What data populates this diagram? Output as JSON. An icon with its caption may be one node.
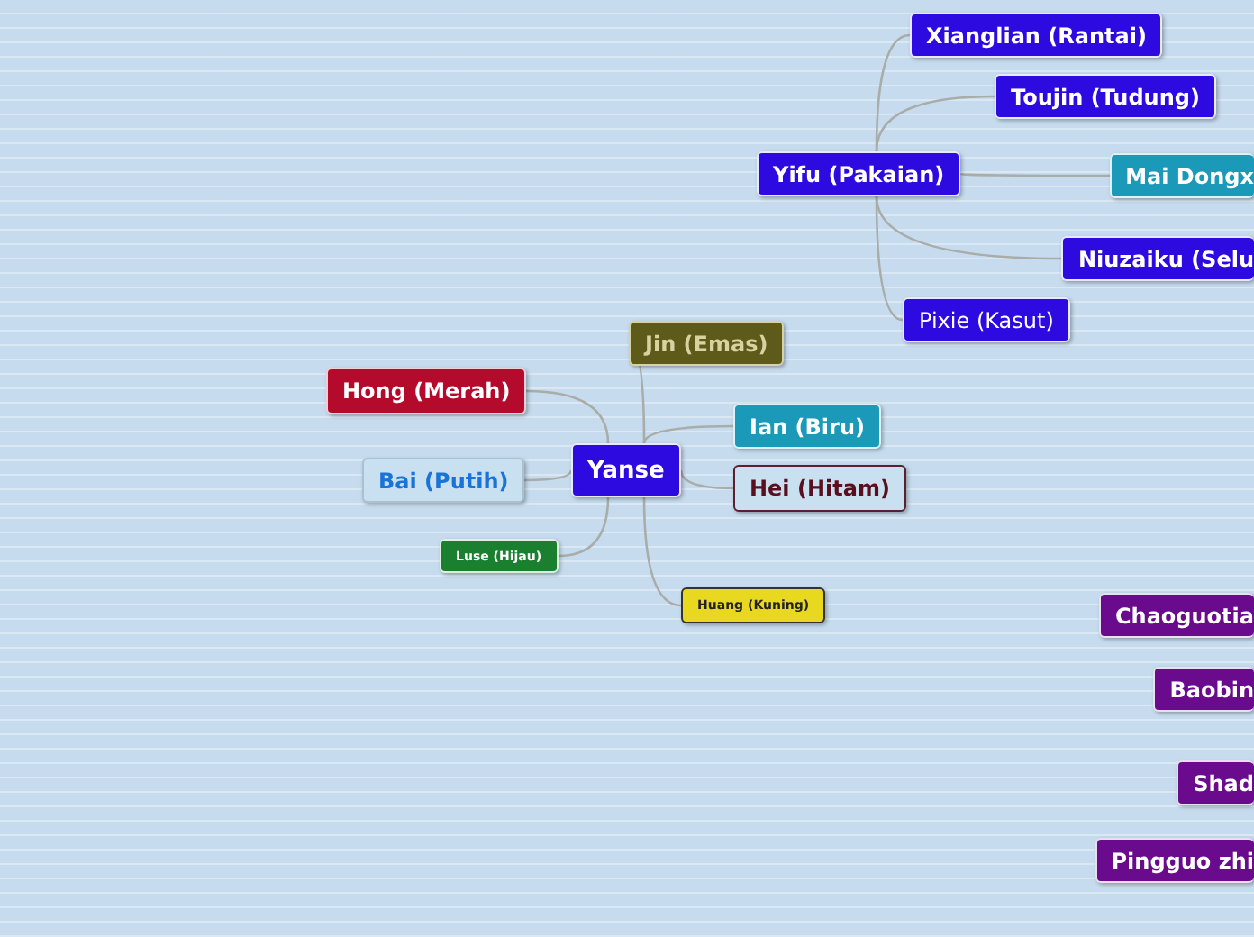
{
  "diagram": {
    "nodes": [
      {
        "text": [
          "Yifu (Pakaian)"
        ]
      },
      {
        "text": [
          "Xianglian (Rantai)"
        ]
      },
      {
        "text": [
          "Toujin (Tudung)"
        ]
      },
      {
        "text": [
          "Mai Dongx"
        ]
      },
      {
        "text": [
          "Niuzaiku (Selu"
        ]
      },
      {
        "text": [
          "Pixie (Kasut)"
        ]
      },
      {
        "text": [
          "Yanse"
        ]
      },
      {
        "text": [
          "Jin (Emas)"
        ]
      },
      {
        "text": [
          "Hong (Merah)"
        ]
      },
      {
        "text": [
          "Ian (Biru)"
        ]
      },
      {
        "text": [
          "Bai (Putih)"
        ]
      },
      {
        "text": [
          "Hei (Hitam)"
        ]
      },
      {
        "text": [
          "Luse (Hijau)"
        ]
      },
      {
        "text": [
          "Huang (Kuning)"
        ]
      },
      {
        "text": [
          "Chaoguotia"
        ]
      },
      {
        "text": [
          "Baobin"
        ]
      },
      {
        "text": [
          "Shad"
        ]
      },
      {
        "text": [
          "Pingguo zhi"
        ]
      }
    ],
    "edges": [
      {
        "from": 0,
        "to": 1,
        "arrow": "none"
      },
      {
        "from": 0,
        "to": 2,
        "arrow": "none"
      },
      {
        "from": 0,
        "to": 3,
        "arrow": "none"
      },
      {
        "from": 0,
        "to": 4,
        "arrow": "none"
      },
      {
        "from": 0,
        "to": 5,
        "arrow": "none"
      },
      {
        "from": 6,
        "to": 7,
        "arrow": "none"
      },
      {
        "from": 6,
        "to": 8,
        "arrow": "none"
      },
      {
        "from": 6,
        "to": 9,
        "arrow": "none"
      },
      {
        "from": 6,
        "to": 10,
        "arrow": "none"
      },
      {
        "from": 6,
        "to": 11,
        "arrow": "none"
      },
      {
        "from": 6,
        "to": 12,
        "arrow": "none"
      },
      {
        "from": 6,
        "to": 13,
        "arrow": "none"
      }
    ]
  }
}
